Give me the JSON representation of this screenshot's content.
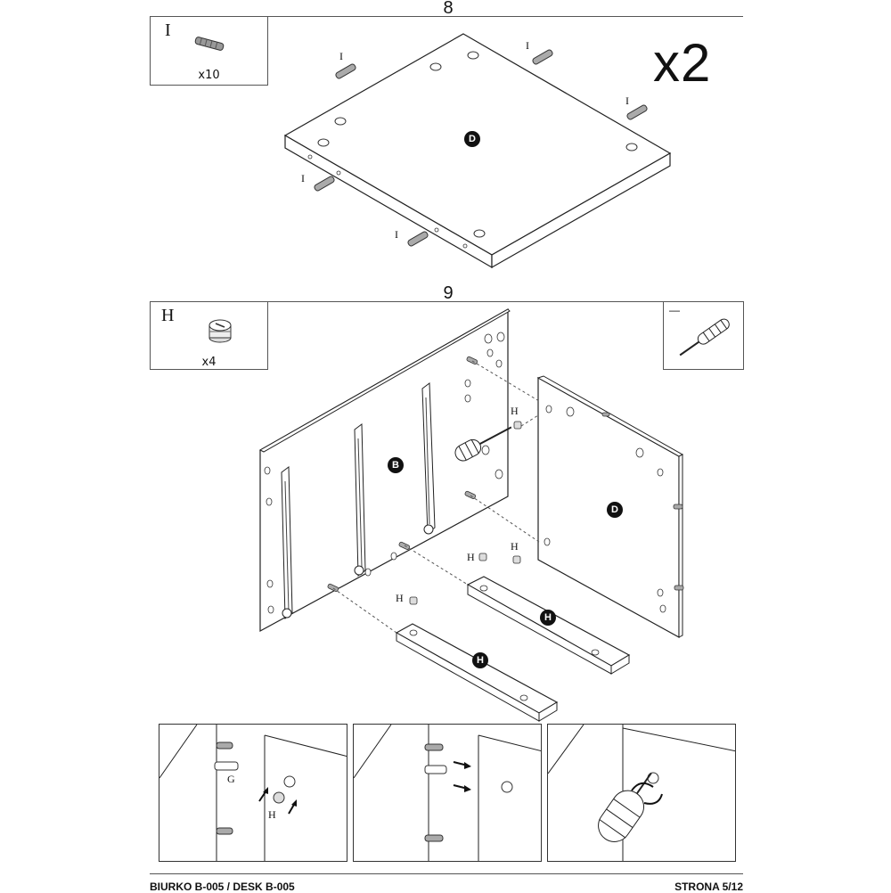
{
  "step8": {
    "number": "8",
    "part_box": {
      "letter": "I",
      "qty": "x10"
    },
    "multiplier": "x2",
    "panel_badge": "D",
    "dowel_labels": [
      "I",
      "I",
      "I",
      "I",
      "I"
    ]
  },
  "step9": {
    "number": "9",
    "part_box": {
      "letter": "H",
      "qty": "x4"
    },
    "tool_box": {
      "tool_label": "—",
      "tool_icon": "screwdriver-icon"
    },
    "badges": {
      "panel_b": "B",
      "panel_d": "D",
      "rail_upper": "H",
      "rail_lower": "H"
    },
    "connector_labels": [
      "H",
      "H",
      "H",
      "H"
    ]
  },
  "details": {
    "panel1": {
      "label_g": "G",
      "label_h": "H"
    }
  },
  "footer": {
    "left": "BIURKO B-005 / DESK B-005",
    "right": "STRONA 5/12"
  }
}
